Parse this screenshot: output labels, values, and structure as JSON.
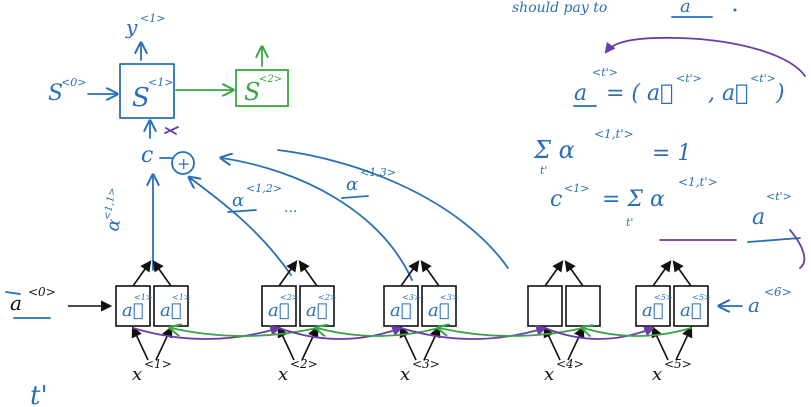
{
  "top_note": "should pay to",
  "top_note_var": "a",
  "decoder": {
    "s0": "S",
    "s0_sup": "<0>",
    "s1": "S",
    "s1_sup": "<1>",
    "s2": "S",
    "s2_sup": "<2>",
    "y1": "y",
    "y1_sup": "<1>",
    "context": "c",
    "sum_symbol": "+"
  },
  "attention_labels": [
    {
      "text": "α",
      "sup": "<1,1>"
    },
    {
      "text": "α",
      "sup": "<1,2>"
    },
    {
      "text": "α",
      "sup": "<1,3>"
    }
  ],
  "ellipsis": "...",
  "equations": {
    "eq1_lhs": "a",
    "eq1_lhs_sup": "<t'>",
    "eq1_rhs": "= ( a⃗",
    "eq1_rhs_sup1": "<t'>",
    "eq1_rhs_mid": ", a⃖",
    "eq1_rhs_sup2": "<t'>",
    "eq1_close": ")",
    "eq2": "Σ α",
    "eq2_sub": "t'",
    "eq2_sup": "<1,t'>",
    "eq2_rhs": "= 1",
    "eq3_lhs": "c",
    "eq3_lhs_sup": "<1>",
    "eq3_mid": "= Σ α",
    "eq3_sub": "t'",
    "eq3_sup": "<1,t'>",
    "eq3_a": "a",
    "eq3_a_sup": "<t'>"
  },
  "encoder": {
    "a0": "a",
    "a0_sup": "<0>",
    "a6": "a",
    "a6_sup": "<6>",
    "cells": [
      {
        "fwd": "a⃗",
        "fwd_sup": "<1>",
        "bwd": "a⃖",
        "bwd_sup": "<1>"
      },
      {
        "fwd": "a⃗",
        "fwd_sup": "<2>",
        "bwd": "a⃖",
        "bwd_sup": "<2>"
      },
      {
        "fwd": "a⃗",
        "fwd_sup": "<3>",
        "bwd": "a⃖",
        "bwd_sup": "<3>"
      },
      {
        "fwd": "",
        "fwd_sup": "",
        "bwd": "",
        "bwd_sup": ""
      },
      {
        "fwd": "a⃗",
        "fwd_sup": "<5>",
        "bwd": "a⃖",
        "bwd_sup": "<5>"
      }
    ],
    "inputs": [
      {
        "x": "x",
        "sup": "<1>"
      },
      {
        "x": "x",
        "sup": "<2>"
      },
      {
        "x": "x",
        "sup": "<3>"
      },
      {
        "x": "x",
        "sup": "<4>"
      },
      {
        "x": "x",
        "sup": "<5>"
      }
    ]
  },
  "bottom_note": "t'",
  "colors": {
    "blue": "#2a6fb8",
    "green": "#3aa544",
    "purple": "#6a3fa8",
    "black": "#111111"
  }
}
